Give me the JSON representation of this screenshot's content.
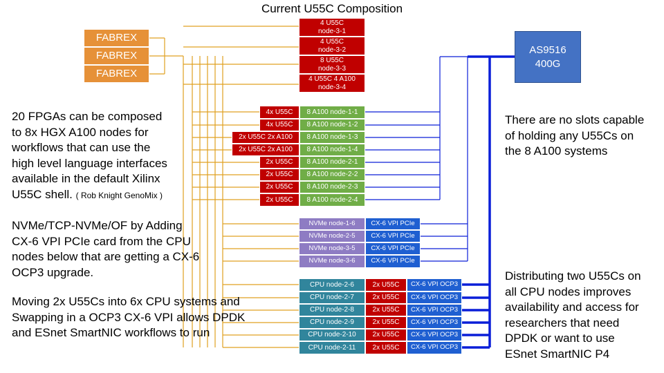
{
  "title": "Current U55C Composition",
  "fabrex": [
    "FABREX",
    "FABREX",
    "FABREX"
  ],
  "switch": {
    "line1": "AS9516",
    "line2": "400G"
  },
  "u55c_nodes": [
    {
      "line1": "4 U55C",
      "line2": "node-3-1"
    },
    {
      "line1": "4 U55C",
      "line2": "node-3-2"
    },
    {
      "line1": "8 U55C",
      "line2": "node-3-3"
    },
    {
      "line1": "4 U55C 4 A100",
      "line2": "node-3-4"
    }
  ],
  "a100_nodes": [
    {
      "fpga": "4x U55C",
      "node": "8 A100 node-1-1"
    },
    {
      "fpga": "4x U55C",
      "node": "8 A100 node-1-2"
    },
    {
      "fpga": "2x U55C 2x A100",
      "node": "8 A100 node-1-3"
    },
    {
      "fpga": "2x U55C 2x A100",
      "node": "8 A100 node-1-4"
    },
    {
      "fpga": "2x U55C",
      "node": "8 A100 node-2-1"
    },
    {
      "fpga": "2x U55C",
      "node": "8 A100 node-2-2"
    },
    {
      "fpga": "2x U55C",
      "node": "8 A100 node-2-3"
    },
    {
      "fpga": "2x U55C",
      "node": "8 A100 node-2-4"
    }
  ],
  "nvme_nodes": [
    {
      "node": "NVMe node-1-6",
      "nic": "CX-6 VPI PCIe"
    },
    {
      "node": "NVMe node-2-5",
      "nic": "CX-6 VPI PCIe"
    },
    {
      "node": "NVMe node-3-5",
      "nic": "CX-6 VPI PCIe"
    },
    {
      "node": "NVMe node-3-6",
      "nic": "CX-6 VPI PCIe"
    }
  ],
  "cpu_nodes": [
    {
      "node": "CPU node-2-6",
      "fpga": "2x U55C",
      "nic": "CX-6 VPI OCP3"
    },
    {
      "node": "CPU node-2-7",
      "fpga": "2x U55C",
      "nic": "CX-6 VPI OCP3"
    },
    {
      "node": "CPU node-2-8",
      "fpga": "2x U55C",
      "nic": "CX-6 VPI OCP3"
    },
    {
      "node": "CPU node-2-9",
      "fpga": "2x U55C",
      "nic": "CX-6 VPI OCP3"
    },
    {
      "node": "CPU node-2-10",
      "fpga": "2x U55C",
      "nic": "CX-6 VPI OCP3"
    },
    {
      "node": "CPU node-2-11",
      "fpga": "2x U55C",
      "nic": "CX-6 VPI OCP3"
    }
  ],
  "notes": {
    "fpga_composition": [
      "20 FPGAs can be composed",
      "to 8x HGX A100 nodes for",
      "workflows that can use the",
      "high level language interfaces",
      "available in the default Xilinx",
      "U55C shell."
    ],
    "fpga_attribution": "( Rob Knight GenoMix )",
    "nvme": [
      "NVMe/TCP-NVMe/OF by Adding",
      "CX-6 VPI PCIe card from the CPU",
      "nodes below that are getting a CX-6",
      "OCP3 upgrade."
    ],
    "moving": [
      "Moving 2x U55Cs into 6x CPU systems and",
      "Swapping in a OCP3 CX-6 VPI allows DPDK",
      "and ESnet SmartNIC workflows to run"
    ],
    "no_slots": [
      "There are no slots capable",
      "of holding any U55Cs on",
      "the 8 A100 systems"
    ],
    "distributing": [
      "Distributing two U55Cs on",
      "all CPU nodes improves",
      "availability and access for",
      "researchers that need",
      "DPDK or want to use",
      "ESnet SmartNIC P4"
    ]
  },
  "colors": {
    "fabrex": "#e69138",
    "u55c": "#c00000",
    "a100": "#70ad47",
    "nvme": "#8e7cc3",
    "nic": "#1f5fd1",
    "cpu": "#31859c",
    "switch": "#4472c4",
    "fabrex_line": "#e0a020",
    "switch_line": "#0a1ed8"
  }
}
